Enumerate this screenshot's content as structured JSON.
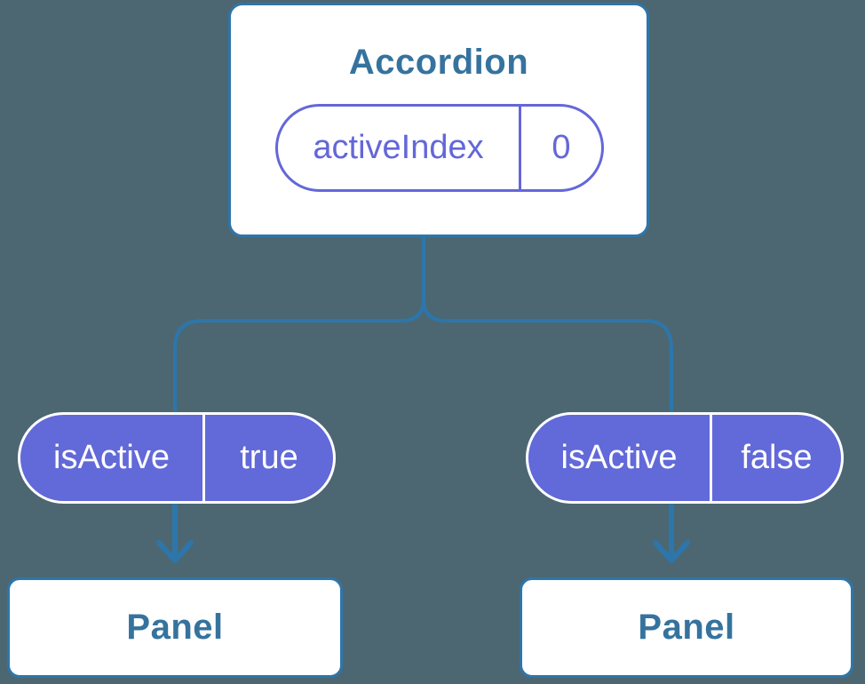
{
  "accordion": {
    "title": "Accordion",
    "state_pill": {
      "label": "activeIndex",
      "value": "0"
    }
  },
  "props": [
    {
      "label": "isActive",
      "value": "true"
    },
    {
      "label": "isActive",
      "value": "false"
    }
  ],
  "panels": [
    {
      "title": "Panel"
    },
    {
      "title": "Panel"
    }
  ],
  "colors": {
    "background": "#4C6772",
    "connector_blue": "#2D76AB",
    "title_text_blue": "#35739E",
    "pill_purple_fill": "#6269D8",
    "pill_purple_outline": "#6467D9",
    "pill_border_white": "#FFFFFF",
    "box_fill_white": "#FFFFFF"
  }
}
